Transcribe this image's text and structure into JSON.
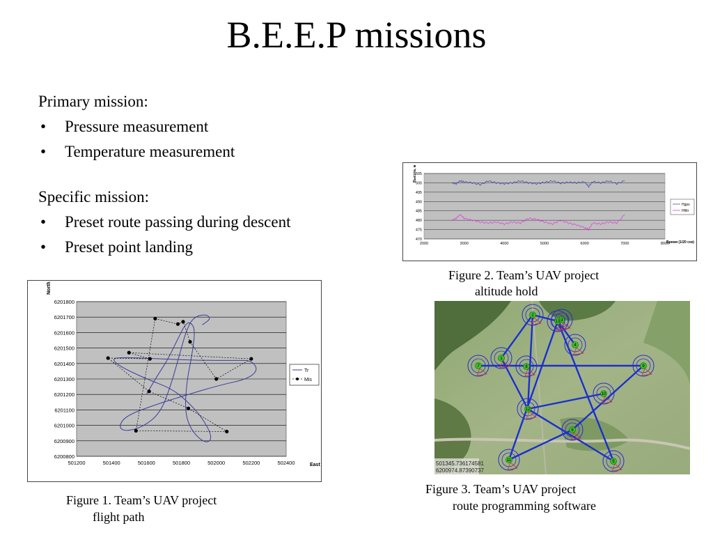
{
  "title": "B.E.E.P missions",
  "primary": {
    "heading": "Primary mission:",
    "items": [
      "Pressure measurement",
      "Temperature measurement"
    ]
  },
  "specific": {
    "heading": "Specific mission:",
    "items": [
      "Preset route passing during descent",
      "Preset point landing"
    ]
  },
  "bullet_char": "•",
  "captions": {
    "fig1_line1": "Figure 1. Team’s UAV project",
    "fig1_line2": "flight path",
    "fig2_line1": "Figure 2. Team’s UAV project",
    "fig2_line2": "altitude hold",
    "fig3_line1": "Figure 3. Team’s UAV project",
    "fig3_line2": "route programming software"
  },
  "chart_data": [
    {
      "type": "line",
      "figure": "Figure 1",
      "xlabel": "East",
      "ylabel": "North",
      "xlim": [
        501200,
        502400
      ],
      "ylim": [
        6200800,
        6201800
      ],
      "x_ticks": [
        "501200",
        "501400",
        "501600",
        "501800",
        "502000",
        "502200",
        "502400"
      ],
      "y_ticks": [
        "6200800",
        "6200900",
        "6201000",
        "6201100",
        "6201200",
        "6201300",
        "6201400",
        "6201500",
        "6201600",
        "6201700",
        "6201800"
      ],
      "grid": true,
      "legend_position": "right",
      "series": [
        {
          "name": "Tr",
          "color": "#3b3b9a",
          "points": [
            [
              501600,
              6201200
            ],
            [
              501650,
              6201300
            ],
            [
              501720,
              6201420
            ],
            [
              501780,
              6201560
            ],
            [
              501820,
              6201650
            ],
            [
              501850,
              6201670
            ],
            [
              501880,
              6201620
            ],
            [
              501860,
              6201450
            ],
            [
              501830,
              6201280
            ],
            [
              501820,
              6201080
            ],
            [
              501860,
              6200960
            ],
            [
              501940,
              6200880
            ],
            [
              501980,
              6200920
            ],
            [
              501920,
              6201050
            ],
            [
              501830,
              6201160
            ],
            [
              501740,
              6201240
            ],
            [
              501600,
              6201300
            ],
            [
              501450,
              6201380
            ],
            [
              501400,
              6201430
            ],
            [
              501460,
              6201440
            ],
            [
              501680,
              6201430
            ],
            [
              501900,
              6201420
            ],
            [
              502120,
              6201420
            ],
            [
              502200,
              6201420
            ],
            [
              502240,
              6201360
            ],
            [
              502180,
              6201300
            ],
            [
              502020,
              6201260
            ],
            [
              501840,
              6201200
            ],
            [
              501640,
              6201130
            ],
            [
              501480,
              6201060
            ],
            [
              501440,
              6200990
            ],
            [
              501480,
              6200960
            ],
            [
              501580,
              6200990
            ],
            [
              501680,
              6201080
            ],
            [
              501740,
              6201260
            ],
            [
              501790,
              6201460
            ],
            [
              501830,
              6201620
            ],
            [
              501870,
              6201700
            ],
            [
              501940,
              6201720
            ],
            [
              501970,
              6201690
            ],
            [
              501920,
              6201650
            ]
          ]
        },
        {
          "name": "Mis",
          "color": "#000000",
          "points": [
            [
              501650,
              6201690
            ],
            [
              501780,
              6201655
            ],
            [
              501810,
              6201670
            ],
            [
              501850,
              6201540
            ],
            [
              502000,
              6201300
            ],
            [
              502200,
              6201430
            ],
            [
              501500,
              6201470
            ],
            [
              501620,
              6201430
            ],
            [
              501380,
              6201435
            ],
            [
              501615,
              6201220
            ],
            [
              501840,
              6201110
            ],
            [
              502060,
              6200960
            ],
            [
              501540,
              6200965
            ],
            [
              501650,
              6201690
            ]
          ]
        }
      ]
    },
    {
      "type": "line",
      "figure": "Figure 2",
      "ylabel": "Высота, м",
      "xlabel": "Время (1/20 сек)",
      "xlim": [
        2000,
        8000
      ],
      "ylim": [
        470,
        505
      ],
      "x_ticks": [
        "2000",
        "3000",
        "4000",
        "5000",
        "6000",
        "7000",
        "8000"
      ],
      "y_ticks": [
        "470",
        "475",
        "480",
        "485",
        "490",
        "495",
        "500",
        "505"
      ],
      "grid": true,
      "legend_position": "right",
      "series": [
        {
          "name": "Hgps",
          "color": "#4a4aa8",
          "points": [
            [
              2700,
              500
            ],
            [
              2800,
              499.5
            ],
            [
              2900,
              501
            ],
            [
              3000,
              500.5
            ],
            [
              3200,
              500
            ],
            [
              3400,
              499
            ],
            [
              3600,
              501
            ],
            [
              3800,
              500
            ],
            [
              4000,
              499.5
            ],
            [
              4200,
              500
            ],
            [
              4400,
              501
            ],
            [
              4600,
              500
            ],
            [
              4800,
              499.5
            ],
            [
              5000,
              500.2
            ],
            [
              5200,
              501
            ],
            [
              5400,
              499.8
            ],
            [
              5600,
              500.3
            ],
            [
              5800,
              500
            ],
            [
              6000,
              500.5
            ],
            [
              6100,
              498
            ],
            [
              6200,
              500.6
            ],
            [
              6400,
              500
            ],
            [
              6600,
              501
            ],
            [
              6800,
              499.5
            ],
            [
              7000,
              501
            ]
          ]
        },
        {
          "name": "Hfiltr",
          "color": "#e040e0",
          "points": [
            [
              2700,
              480
            ],
            [
              2800,
              481
            ],
            [
              2900,
              483
            ],
            [
              3000,
              481
            ],
            [
              3200,
              480
            ],
            [
              3400,
              479
            ],
            [
              3600,
              478.5
            ],
            [
              3800,
              479
            ],
            [
              4000,
              478
            ],
            [
              4200,
              479
            ],
            [
              4400,
              478.5
            ],
            [
              4600,
              481
            ],
            [
              4800,
              480.5
            ],
            [
              5000,
              479
            ],
            [
              5200,
              478
            ],
            [
              5400,
              480
            ],
            [
              5600,
              478.5
            ],
            [
              5800,
              477.5
            ],
            [
              6000,
              476
            ],
            [
              6100,
              475
            ],
            [
              6200,
              478.5
            ],
            [
              6400,
              478
            ],
            [
              6600,
              479
            ],
            [
              6800,
              478.5
            ],
            [
              7000,
              483
            ]
          ]
        }
      ]
    }
  ],
  "fig3": {
    "waypoints": [
      {
        "label": "2",
        "color": "#3bbf2a"
      },
      {
        "label": "3",
        "color": "#3bbf2a"
      },
      {
        "label": "13",
        "color": "#3bbf2a"
      },
      {
        "label": "4",
        "color": "#3bbf2a"
      },
      {
        "label": "1",
        "color": "#3bbf2a"
      },
      {
        "label": "7",
        "color": "#3bbf2a"
      },
      {
        "label": "8",
        "color": "#3bbf2a"
      },
      {
        "label": "9",
        "color": "#3bbf2a"
      },
      {
        "label": "10",
        "color": "#3bbf2a"
      },
      {
        "label": "12",
        "color": "#3bbf2a"
      },
      {
        "label": "6",
        "color": "#3bbf2a"
      },
      {
        "label": "11",
        "color": "#3bbf2a"
      },
      {
        "label": "5",
        "color": "#3bbf2a"
      }
    ],
    "coord_line1": "501345.736174581",
    "coord_line2": "6200974.87390737",
    "route_color": "#1a2fd0",
    "ring_color": "#2a2ad0"
  }
}
